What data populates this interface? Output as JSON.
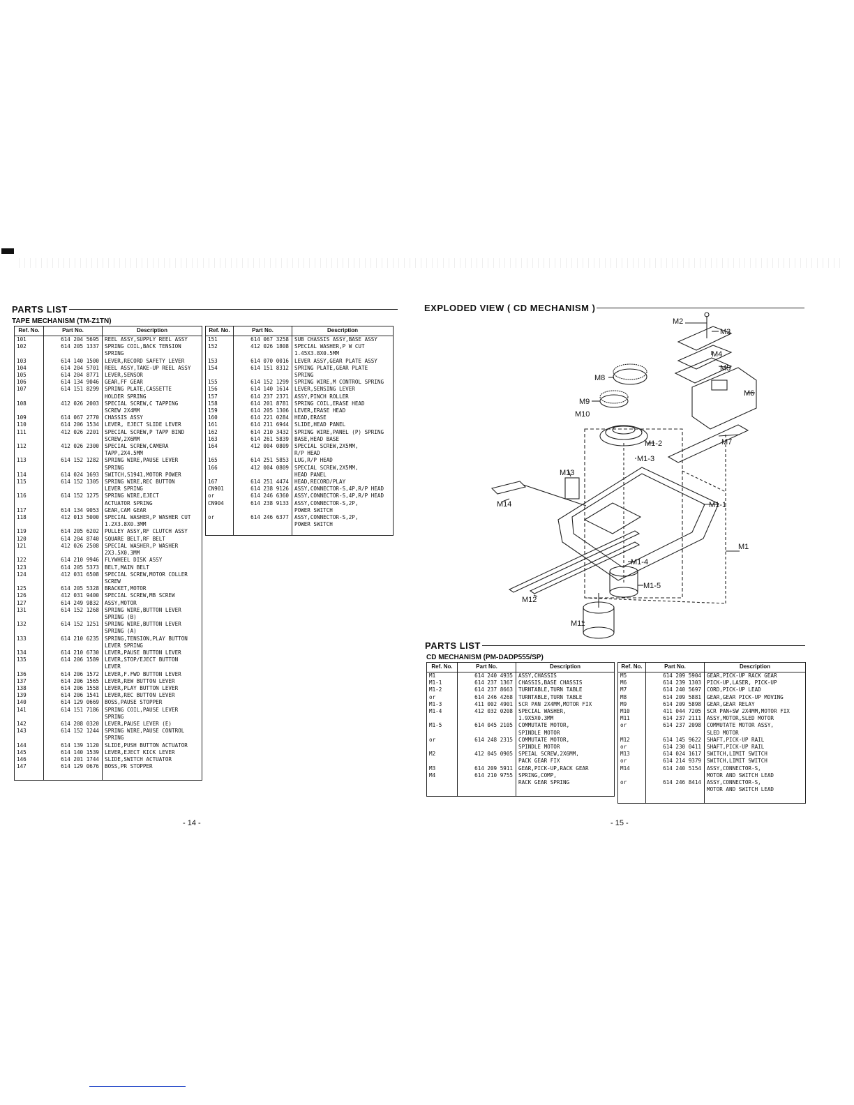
{
  "left": {
    "title": "PARTS LIST",
    "subtitle": "TAPE MECHANISM (TM-Z1TN)",
    "headers": [
      "Ref. No.",
      "Part No.",
      "Description"
    ],
    "table_a": [
      [
        "101",
        "614 204 5695",
        "REEL ASSY,SUPPLY REEL ASSY"
      ],
      [
        "102",
        "614 205 1337",
        "SPRING COIL,BACK TENSION\nSPRING"
      ],
      [
        "103",
        "614 140 1500",
        "LEVER,RECORD SAFETY LEVER"
      ],
      [
        "104",
        "614 204 5701",
        "REEL ASSY,TAKE-UP REEL ASSY"
      ],
      [
        "105",
        "614 204 8771",
        "LEVER,SENSOR"
      ],
      [
        "106",
        "614 134 9046",
        "GEAR,FF GEAR"
      ],
      [
        "107",
        "614 151 8299",
        "SPRING PLATE,CASSETTE\nHOLDER SPRING"
      ],
      [
        "108",
        "412 026 2003",
        "SPECIAL SCREW,C TAPPING\nSCREW 2X4MM"
      ],
      [
        "109",
        "614 067 2770",
        "CHASSIS ASSY"
      ],
      [
        "110",
        "614 206 1534",
        "LEVER, EJECT SLIDE LEVER"
      ],
      [
        "111",
        "412 026 2201",
        "SPECIAL SCREW,P TAPP BIND\nSCREW,2X6MM"
      ],
      [
        "112",
        "412 026 2300",
        "SPECIAL SCREW,CAMERA\nTAPP,2X4.5MM"
      ],
      [
        "113",
        "614 152 1282",
        "SPRING WIRE,PAUSE LEVER\nSPRING"
      ],
      [
        "114",
        "614 024 1693",
        "SWITCH,S1941,MOTOR POWER"
      ],
      [
        "115",
        "614 152 1305",
        "SPRING WIRE,REC BUTTON\nLEVER SPRING"
      ],
      [
        "116",
        "614 152 1275",
        "SPRING WIRE,EJECT\nACTUATOR SPRING"
      ],
      [
        "117",
        "614 134 9053",
        "GEAR,CAM GEAR"
      ],
      [
        "118",
        "412 013 5000",
        "SPECIAL WASHER,P WASHER CUT\n1.2X3.8X0.3MM"
      ],
      [
        "119",
        "614 205 6202",
        "PULLEY ASSY,RF CLUTCH ASSY"
      ],
      [
        "120",
        "614 204 8740",
        "SQUARE BELT,RF BELT"
      ],
      [
        "121",
        "412 026 2508",
        "SPECIAL WASHER,P WASHER\n2X3.5X0.3MM"
      ],
      [
        "122",
        "614 210 9946",
        "FLYWHEEL DISK ASSY"
      ],
      [
        "123",
        "614 205 5373",
        "BELT,MAIN BELT"
      ],
      [
        "124",
        "412 031 6508",
        "SPECIAL SCREW,MOTOR COLLER\nSCREW"
      ],
      [
        "125",
        "614 205 5328",
        "BRACKET,MOTOR"
      ],
      [
        "126",
        "412 031 9400",
        "SPECIAL SCREW,MB SCREW"
      ],
      [
        "127",
        "614 249 9832",
        "ASSY,MOTOR"
      ],
      [
        "131",
        "614 152 1268",
        "SPRING WIRE,BUTTON LEVER\nSPRING (B)"
      ],
      [
        "132",
        "614 152 1251",
        "SPRING WIRE,BUTTON LEVER\nSPRING (A)"
      ],
      [
        "133",
        "614 210 6235",
        "SPRING,TENSION,PLAY BUTTON\nLEVER SPRING"
      ],
      [
        "134",
        "614 210 6730",
        "LEVER,PAUSE BUTTON LEVER"
      ],
      [
        "135",
        "614 206 1589",
        "LEVER,STOP/EJECT BUTTON\nLEVER"
      ],
      [
        "136",
        "614 206 1572",
        "LEVER,F.FWD BUTTON LEVER"
      ],
      [
        "137",
        "614 206 1565",
        "LEVER,REW BUTTON LEVER"
      ],
      [
        "138",
        "614 206 1558",
        "LEVER,PLAY BUTTON LEVER"
      ],
      [
        "139",
        "614 206 1541",
        "LEVER,REC BUTTON LEVER"
      ],
      [
        "140",
        "614 129 0669",
        "BOSS,PAUSE STOPPER"
      ],
      [
        "141",
        "614 151 7186",
        "SPRING COIL,PAUSE LEVER\nSPRING"
      ],
      [
        "142",
        "614 208 0320",
        "LEVER,PAUSE LEVER (E)"
      ],
      [
        "143",
        "614 152 1244",
        "SPRING WIRE,PAUSE CONTROL\nSPRING"
      ],
      [
        "144",
        "614 139 1120",
        "SLIDE,PUSH BUTTON ACTUATOR"
      ],
      [
        "145",
        "614 140 1539",
        "LEVER,EJECT KICK LEVER"
      ],
      [
        "146",
        "614 201 1744",
        "SLIDE,SWITCH ACTUATOR"
      ],
      [
        "147",
        "614 129 0676",
        "BOSS,PR STOPPER"
      ]
    ],
    "table_b": [
      [
        "151",
        "614 067 3258",
        "SUB CHASSIS ASSY,BASE ASSY"
      ],
      [
        "152",
        "412 026 1808",
        "SPECIAL WASHER,P W CUT\n1.45X3.8X0.5MM"
      ],
      [
        "153",
        "614 070 0016",
        "LEVER ASSY,GEAR PLATE ASSY"
      ],
      [
        "154",
        "614 151 8312",
        "SPRING PLATE,GEAR PLATE\nSPRING"
      ],
      [
        "155",
        "614 152 1299",
        "SPRING WIRE,M CONTROL SPRING"
      ],
      [
        "156",
        "614 140 1614",
        "LEVER,SENSING LEVER"
      ],
      [
        "157",
        "614 237 2371",
        "ASSY,PINCH ROLLER"
      ],
      [
        "158",
        "614 201 8781",
        "SPRING COIL,ERASE HEAD"
      ],
      [
        "159",
        "614 205 1306",
        "LEVER,ERASE HEAD"
      ],
      [
        "160",
        "614 221 0284",
        "HEAD,ERASE"
      ],
      [
        "161",
        "614 211 6944",
        "SLIDE,HEAD PANEL"
      ],
      [
        "162",
        "614 210 3432",
        "SPRING WIRE,PANEL (P) SPRING"
      ],
      [
        "163",
        "614 261 5839",
        "BASE,HEAD BASE"
      ],
      [
        "164",
        "412 004 0809",
        "SPECIAL SCREW,2X5MM,\nR/P HEAD"
      ],
      [
        "165",
        "614 251 5853",
        "LUG,R/P HEAD"
      ],
      [
        "166",
        "412 004 0809",
        "SPECIAL SCREW,2X5MM,\nHEAD PANEL"
      ],
      [
        "167",
        "614 251 4474",
        "HEAD,RECORD/PLAY"
      ],
      [
        "CN901",
        "614 238 9126",
        "ASSY,CONNECTOR-S,4P,R/P HEAD"
      ],
      [
        "or",
        "614 246 6360",
        "ASSY,CONNECTOR-S,4P,R/P HEAD"
      ],
      [
        "CN904",
        "614 238 9133",
        "ASSY,CONNECTOR-S,2P,\nPOWER SWITCH"
      ],
      [
        "or",
        "614 246 6377",
        "ASSY,CONNECTOR-S,2P,\nPOWER SWITCH"
      ]
    ],
    "page_number": "- 14 -"
  },
  "right": {
    "exploded_title": "EXPLODED VIEW ( CD MECHANISM )",
    "diagram_labels": {
      "m1": "M1",
      "m1_1": "M1-1",
      "m1_2": "M1-2",
      "m1_3": "M1-3",
      "m1_4": "M1-4",
      "m1_5": "M1-5",
      "m2": "M2",
      "m3": "M3",
      "m4": "M4",
      "m5": "M5",
      "m6": "M6",
      "m7": "M7",
      "m8": "M8",
      "m9": "M9",
      "m10": "M10",
      "m11": "M11",
      "m12": "M12",
      "m13": "M13",
      "m14": "M14"
    },
    "title": "PARTS LIST",
    "subtitle": "CD MECHANISM (PM-DADP555/SP)",
    "headers": [
      "Ref. No.",
      "Part No.",
      "Description"
    ],
    "table_a": [
      [
        "M1",
        "614 240 4935",
        "ASSY,CHASSIS"
      ],
      [
        "M1-1",
        "614 237 1367",
        "CHASSIS,BASE CHASSIS"
      ],
      [
        "M1-2",
        "614 237 8663",
        "TURNTABLE,TURN TABLE"
      ],
      [
        "or",
        "614 246 4268",
        "TURNTABLE,TURN TABLE"
      ],
      [
        "M1-3",
        "411 002 4901",
        "SCR PAN 2X4MM,MOTOR FIX"
      ],
      [
        "M1-4",
        "412 032 0208",
        "SPECIAL WASHER,\n1.9X5X0.3MM"
      ],
      [
        "M1-5",
        "614 045 2105",
        "COMMUTATE MOTOR,\nSPINDLE MOTOR"
      ],
      [
        "or",
        "614 248 2315",
        "COMMUTATE MOTOR,\nSPINDLE MOTOR"
      ],
      [
        "M2",
        "412 045 0905",
        "SPEIAL SCREW,2X6MM,\nPACK GEAR FIX"
      ],
      [
        "M3",
        "614 209 5911",
        "GEAR,PICK-UP,RACK GEAR"
      ],
      [
        "M4",
        "614 210 9755",
        "SPRING,COMP,\nRACK GEAR SPRING"
      ]
    ],
    "table_b": [
      [
        "M5",
        "614 209 5904",
        "GEAR,PICK-UP RACK GEAR"
      ],
      [
        "M6",
        "614 239 1303",
        "PICK-UP,LASER, PICK-UP"
      ],
      [
        "M7",
        "614 240 5697",
        "CORD,PICK-UP LEAD"
      ],
      [
        "M8",
        "614 209 5881",
        "GEAR,GEAR PICK-UP MOVING"
      ],
      [
        "M9",
        "614 209 5898",
        "GEAR,GEAR RELAY"
      ],
      [
        "M10",
        "411 044 7205",
        "SCR PAN+SW 2X4MM,MOTOR FIX"
      ],
      [
        "M11",
        "614 237 2111",
        "ASSY,MOTOR,SLED MOTOR"
      ],
      [
        "or",
        "614 237 2098",
        "COMMUTATE MOTOR ASSY,\nSLED MOTOR"
      ],
      [
        "M12",
        "614 145 9622",
        "SHAFT,PICK-UP RAIL"
      ],
      [
        "or",
        "614 230 0411",
        "SHAFT,PICK-UP RAIL"
      ],
      [
        "M13",
        "614 024 1617",
        "SWITCH,LIMIT SWITCH"
      ],
      [
        "or",
        "614 214 9379",
        "SWITCH,LIMIT SWITCH"
      ],
      [
        "M14",
        "614 240 5154",
        "ASSY,CONNECTOR-S,\nMOTOR AND SWITCH LEAD"
      ],
      [
        "or",
        "614 246 8414",
        "ASSY,CONNECTOR-S,\nMOTOR AND SWITCH LEAD"
      ]
    ],
    "page_number": "- 15 -"
  }
}
